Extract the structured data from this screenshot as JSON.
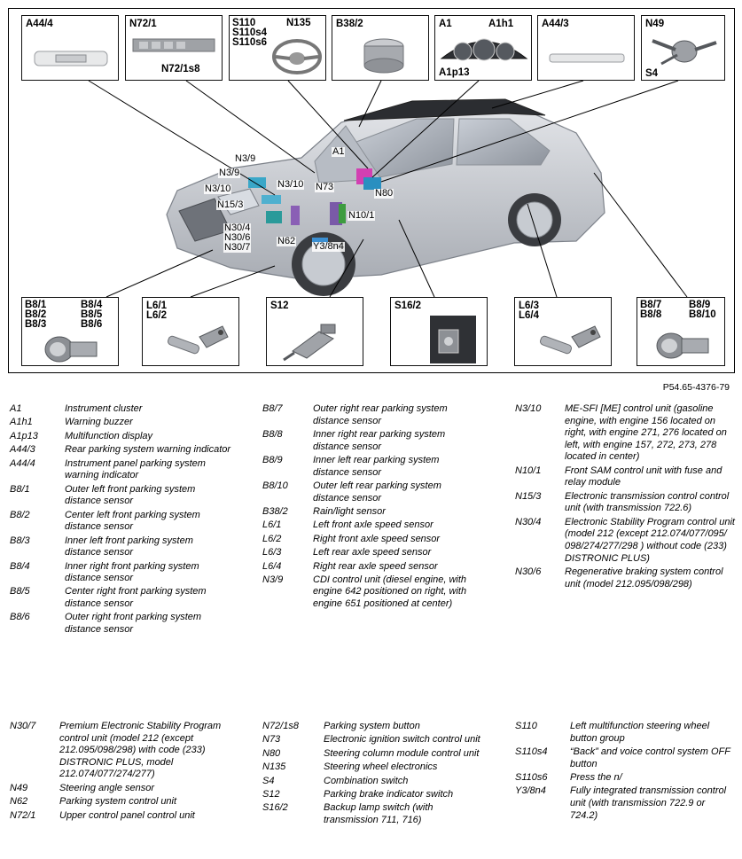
{
  "figure_ref": "P54.65-4376-79",
  "top_tiles": [
    {
      "id": "A44/4",
      "labels": [
        "A44/4"
      ]
    },
    {
      "id": "N72/1",
      "labels": [
        "N72/1",
        "N72/1s8"
      ]
    },
    {
      "id": "S110",
      "labels": [
        "S110",
        "S110s4",
        "S110s6",
        "N135"
      ]
    },
    {
      "id": "B38/2",
      "labels": [
        "B38/2"
      ]
    },
    {
      "id": "A1",
      "labels": [
        "A1",
        "A1h1",
        "A1p13"
      ]
    },
    {
      "id": "A44/3",
      "labels": [
        "A44/3"
      ]
    },
    {
      "id": "N49",
      "labels": [
        "N49",
        "S4"
      ]
    }
  ],
  "bottom_tiles": [
    {
      "id": "B8-front",
      "labels": [
        "B8/1",
        "B8/2",
        "B8/3",
        "B8/4",
        "B8/5",
        "B8/6"
      ]
    },
    {
      "id": "L6-front",
      "labels": [
        "L6/1",
        "L6/2"
      ]
    },
    {
      "id": "S12",
      "labels": [
        "S12"
      ]
    },
    {
      "id": "S16/2",
      "labels": [
        "S16/2"
      ]
    },
    {
      "id": "L6-rear",
      "labels": [
        "L6/3",
        "L6/4"
      ]
    },
    {
      "id": "B8-rear",
      "labels": [
        "B8/7",
        "B8/8",
        "B8/9",
        "B8/10"
      ]
    }
  ],
  "car_callouts": [
    "N3/9",
    "N3/9",
    "N3/10",
    "N3/10",
    "N15/3",
    "A1",
    "N73",
    "N80",
    "N10/1",
    "N30/4",
    "N30/6",
    "N30/7",
    "N62",
    "Y3/8n4"
  ],
  "legend_top": [
    [
      {
        "code": "A1",
        "desc": "Instrument cluster"
      },
      {
        "code": "A1h1",
        "desc": "Warning buzzer"
      },
      {
        "code": "A1p13",
        "desc": "Multifunction display"
      },
      {
        "code": "A44/3",
        "desc": "Rear parking system warning indicator"
      },
      {
        "code": "A44/4",
        "desc": "Instrument panel parking system warning indicator"
      },
      {
        "code": "B8/1",
        "desc": "Outer left front parking system distance sensor"
      },
      {
        "code": "B8/2",
        "desc": "Center left front parking system distance sensor"
      },
      {
        "code": "B8/3",
        "desc": "Inner left front parking system distance sensor"
      },
      {
        "code": "B8/4",
        "desc": "Inner right front parking system distance sensor"
      },
      {
        "code": "B8/5",
        "desc": "Center right front parking system distance sensor"
      },
      {
        "code": "B8/6",
        "desc": "Outer right front parking system distance sensor"
      }
    ],
    [
      {
        "code": "B8/7",
        "desc": "Outer right rear parking system distance sensor"
      },
      {
        "code": "B8/8",
        "desc": "Inner right rear parking system distance sensor"
      },
      {
        "code": "B8/9",
        "desc": "Inner left rear parking system distance sensor"
      },
      {
        "code": "B8/10",
        "desc": "Outer left rear parking system distance sensor"
      },
      {
        "code": "B38/2",
        "desc": "Rain/light sensor"
      },
      {
        "code": "L6/1",
        "desc": "Left front axle speed sensor"
      },
      {
        "code": "L6/2",
        "desc": "Right front axle speed sensor"
      },
      {
        "code": "L6/3",
        "desc": "Left rear axle speed sensor"
      },
      {
        "code": "L6/4",
        "desc": "Right rear axle speed sensor"
      },
      {
        "code": "N3/9",
        "desc": "CDI control unit (diesel engine, with engine 642 positioned on right, with engine 651 positioned at center)"
      }
    ],
    [
      {
        "code": "N3/10",
        "desc": "ME-SFI [ME] control unit (gasoline engine, with engine 156 located on right, with engine 271, 276 located on left, with engine 157, 272, 273, 278 located in center)"
      },
      {
        "code": "N10/1",
        "desc": "Front SAM control unit with fuse and relay module"
      },
      {
        "code": "N15/3",
        "desc": "Electronic transmission control control unit (with transmission 722.6)"
      },
      {
        "code": "N30/4",
        "desc": "Electronic Stability Program control unit (model 212 (except 212.074/077/095/ 098/274/277/298 ) without code (233) DISTRONIC PLUS)"
      },
      {
        "code": "N30/6",
        "desc": "Regenerative braking system control unit (model 212.095/098/298)"
      }
    ]
  ],
  "legend_bottom": [
    [
      {
        "code": "N30/7",
        "desc": "Premium Electronic Stability Program control unit (model 212 (except 212.095/098/298) with code (233) DISTRONIC PLUS, model 212.074/077/274/277)"
      },
      {
        "code": "N49",
        "desc": "Steering angle sensor"
      },
      {
        "code": "N62",
        "desc": "Parking system control unit"
      },
      {
        "code": "N72/1",
        "desc": "Upper control panel control unit"
      }
    ],
    [
      {
        "code": "N72/1s8",
        "desc": "Parking system button"
      },
      {
        "code": "N73",
        "desc": "Electronic ignition switch control unit"
      },
      {
        "code": "N80",
        "desc": "Steering column module control unit"
      },
      {
        "code": "N135",
        "desc": "Steering wheel electronics"
      },
      {
        "code": "S4",
        "desc": "Combination switch"
      },
      {
        "code": "S12",
        "desc": "Parking brake indicator switch"
      },
      {
        "code": "S16/2",
        "desc": "Backup lamp switch (with transmission 711, 716)"
      }
    ],
    [
      {
        "code": "S110",
        "desc": "Left multifunction steering wheel button group"
      },
      {
        "code": "S110s4",
        "desc": "“Back” and voice control system OFF button"
      },
      {
        "code": "S110s6",
        "desc": "Press the n/"
      },
      {
        "code": "Y3/8n4",
        "desc": "Fully integrated transmission control unit (with transmission 722.9 or 724.2)"
      }
    ]
  ]
}
